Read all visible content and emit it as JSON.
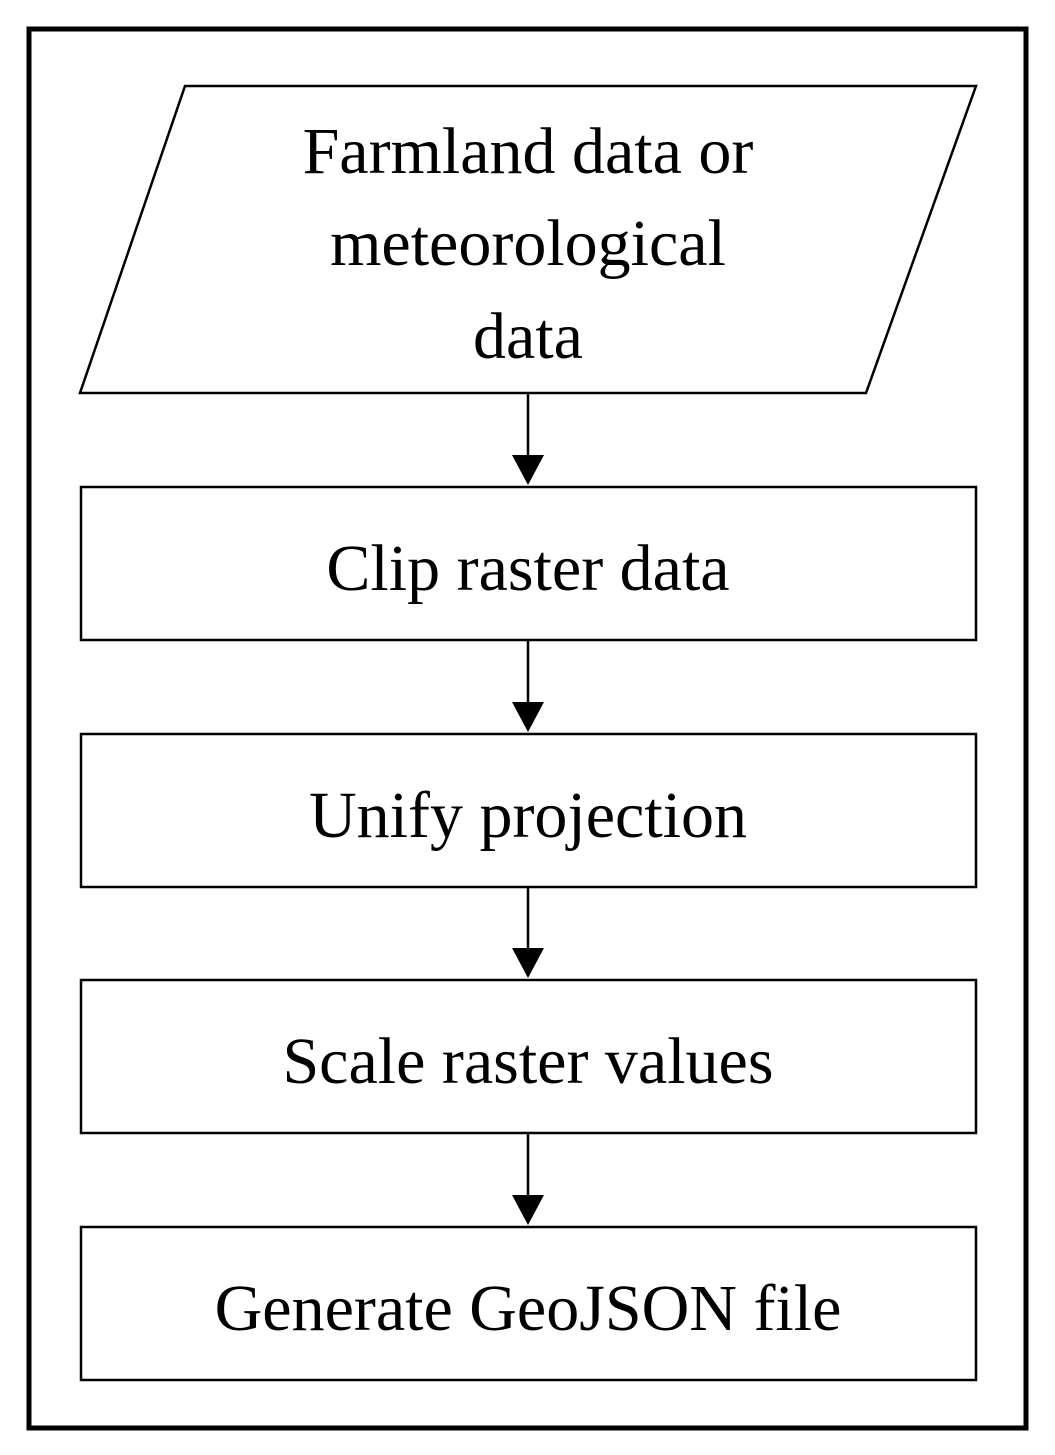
{
  "diagram": {
    "nodes": [
      {
        "id": "input",
        "shape": "parallelogram",
        "lines": [
          "Farmland data or",
          "meteorological",
          "data"
        ]
      },
      {
        "id": "clip",
        "shape": "rectangle",
        "lines": [
          "Clip raster data"
        ]
      },
      {
        "id": "projection",
        "shape": "rectangle",
        "lines": [
          "Unify projection"
        ]
      },
      {
        "id": "scale",
        "shape": "rectangle",
        "lines": [
          "Scale raster values"
        ]
      },
      {
        "id": "geojson",
        "shape": "rectangle",
        "lines": [
          "Generate GeoJSON file"
        ]
      }
    ],
    "edges": [
      {
        "from": "input",
        "to": "clip"
      },
      {
        "from": "clip",
        "to": "projection"
      },
      {
        "from": "projection",
        "to": "scale"
      },
      {
        "from": "scale",
        "to": "geojson"
      }
    ]
  }
}
